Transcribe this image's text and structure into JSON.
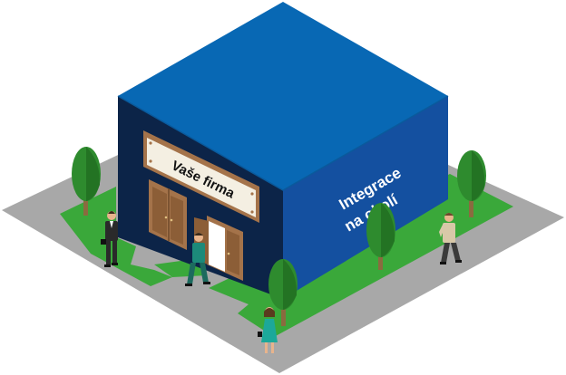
{
  "illustration": {
    "sign_label": "Vaše firma",
    "wall_label_line1": "Integrace",
    "wall_label_line2": "na okolí"
  },
  "colors": {
    "pavement": "#a8a8a8",
    "grass": "#3aa83a",
    "roof": "#0868b4",
    "front_wall": "#0c2448",
    "side_wall": "#1450a0",
    "door": "#a4734a",
    "tree": "#2e8b2e",
    "trunk": "#8a6b3f"
  }
}
